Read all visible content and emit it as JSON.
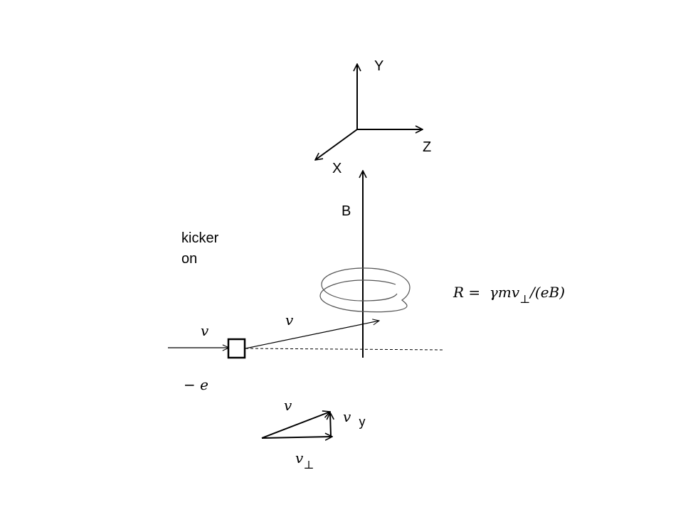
{
  "axes": {
    "y_label": "Y",
    "z_label": "Z",
    "x_label": "X"
  },
  "field": {
    "label": "B"
  },
  "kicker": {
    "line1": "kicker",
    "line2": "on"
  },
  "particle": {
    "charge_label": "− e",
    "incoming_velocity": "v",
    "deflected_velocity": "v"
  },
  "formula": {
    "lhs": "R =",
    "body": "γmv",
    "sub": "⊥",
    "tail": "/(eB)"
  },
  "triangle": {
    "v_label": "v",
    "vy_italic": "v",
    "vy_sub": "y",
    "vperp_main": "v",
    "vperp_sub": "⊥"
  },
  "colors": {
    "stroke": "#000000",
    "helix": "#555555",
    "background": "#ffffff"
  }
}
